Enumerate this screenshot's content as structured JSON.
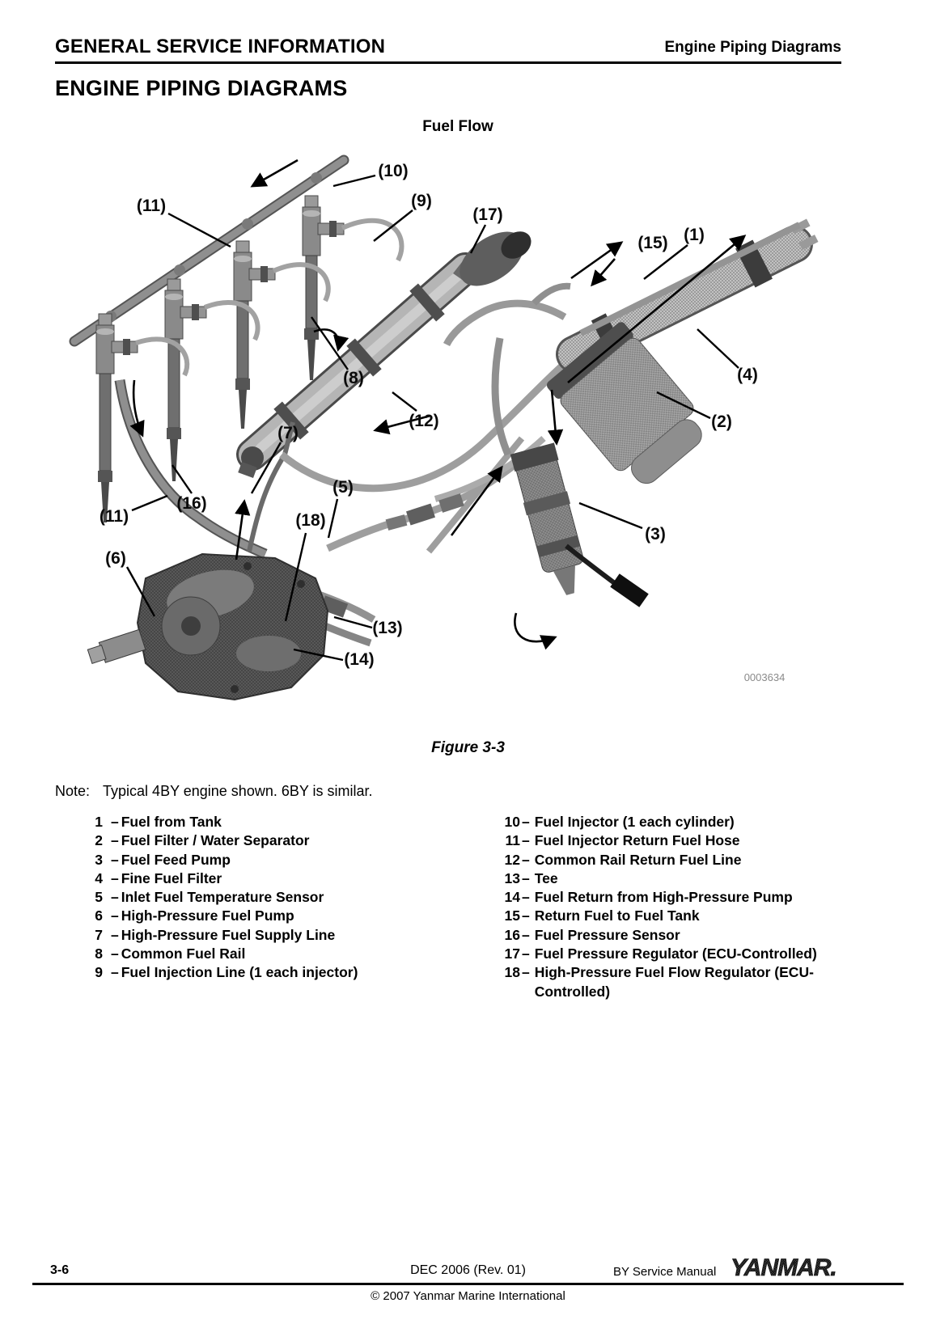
{
  "header": {
    "left": "GENERAL SERVICE INFORMATION",
    "right": "Engine Piping Diagrams"
  },
  "page_title": "ENGINE PIPING DIAGRAMS",
  "figure": {
    "title": "Fuel Flow",
    "caption": "Figure 3-3",
    "image_code": "0003634",
    "callouts": {
      "1": "(1)",
      "2": "(2)",
      "3": "(3)",
      "4": "(4)",
      "5": "(5)",
      "6": "(6)",
      "7": "(7)",
      "8": "(8)",
      "9": "(9)",
      "10": "(10)",
      "11": "(11)",
      "12": "(12)",
      "13": "(13)",
      "14": "(14)",
      "15": "(15)",
      "16": "(16)",
      "17": "(17)",
      "18": "(18)"
    }
  },
  "note": {
    "label": "Note:",
    "text": "Typical 4BY engine shown. 6BY is similar."
  },
  "legend": {
    "dash": "–",
    "left": [
      {
        "num": "1",
        "label": "Fuel from Tank"
      },
      {
        "num": "2",
        "label": "Fuel Filter / Water Separator"
      },
      {
        "num": "3",
        "label": "Fuel Feed Pump"
      },
      {
        "num": "4",
        "label": "Fine Fuel Filter"
      },
      {
        "num": "5",
        "label": "Inlet Fuel Temperature Sensor"
      },
      {
        "num": "6",
        "label": "High-Pressure Fuel Pump"
      },
      {
        "num": "7",
        "label": "High-Pressure Fuel Supply Line"
      },
      {
        "num": "8",
        "label": "Common Fuel Rail"
      },
      {
        "num": "9",
        "label": "Fuel Injection Line (1 each injector)"
      }
    ],
    "right": [
      {
        "num": "10",
        "label": "Fuel Injector (1 each cylinder)"
      },
      {
        "num": "11",
        "label": "Fuel Injector Return Fuel Hose"
      },
      {
        "num": "12",
        "label": "Common Rail Return Fuel Line"
      },
      {
        "num": "13",
        "label": "Tee"
      },
      {
        "num": "14",
        "label": "Fuel Return from High-Pressure Pump"
      },
      {
        "num": "15",
        "label": "Return Fuel to Fuel Tank"
      },
      {
        "num": "16",
        "label": "Fuel Pressure Sensor"
      },
      {
        "num": "17",
        "label": "Fuel Pressure Regulator (ECU-Controlled)"
      },
      {
        "num": "18",
        "label": "High-Pressure Fuel Flow Regulator (ECU-Controlled)"
      }
    ]
  },
  "footer": {
    "page": "3-6",
    "date": "DEC 2006 (Rev. 01)",
    "manual": "BY Service Manual",
    "brand": "YANMAR.",
    "copyright": "© 2007 Yanmar Marine International"
  }
}
